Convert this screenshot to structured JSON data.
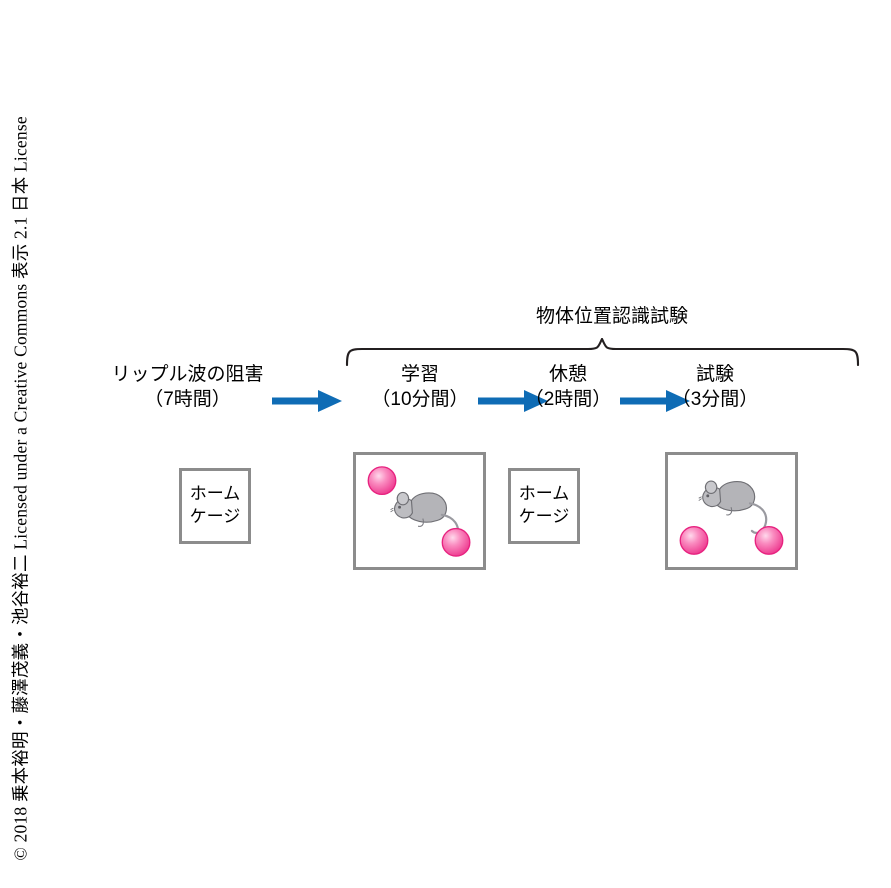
{
  "copyright": {
    "text": "© 2018 乗本裕明・藤澤茂義・池谷裕二 Licensed under a Creative Commons 表示 2.1 日本 License"
  },
  "diagram": {
    "group_bracket": {
      "label": "物体位置認識試験",
      "spans_stages": [
        "学習",
        "休憩",
        "試験"
      ]
    },
    "accent_color": "#0f6cb5",
    "box_border_color": "#8c8c8c",
    "sphere_color": "#f0539b",
    "mouse_color": "#a8a8ac",
    "stages": [
      {
        "id": "ripple-disruption",
        "title": "リップル波の阻害",
        "duration": "（7時間）",
        "panel": {
          "type": "home-cage",
          "label_line1": "ホーム",
          "label_line2": "ケージ"
        }
      },
      {
        "id": "learning",
        "title": "学習",
        "duration": "（10分間）",
        "panel": {
          "type": "arena",
          "objects": [
            {
              "name": "sphere",
              "position": "upper-left"
            },
            {
              "name": "sphere",
              "position": "lower-right"
            },
            {
              "name": "mouse",
              "position": "center"
            }
          ]
        }
      },
      {
        "id": "rest",
        "title": "休憩",
        "duration": "（2時間）",
        "panel": {
          "type": "home-cage",
          "label_line1": "ホーム",
          "label_line2": "ケージ"
        }
      },
      {
        "id": "test",
        "title": "試験",
        "duration": "（3分間）",
        "panel": {
          "type": "arena",
          "objects": [
            {
              "name": "mouse",
              "position": "top-center"
            },
            {
              "name": "sphere",
              "position": "bottom-left"
            },
            {
              "name": "sphere",
              "position": "bottom-right"
            }
          ]
        }
      }
    ],
    "arrows": [
      {
        "from": "リップル波の阻害",
        "to": "学習"
      },
      {
        "from": "学習",
        "to": "休憩"
      },
      {
        "from": "休憩",
        "to": "試験"
      }
    ]
  }
}
